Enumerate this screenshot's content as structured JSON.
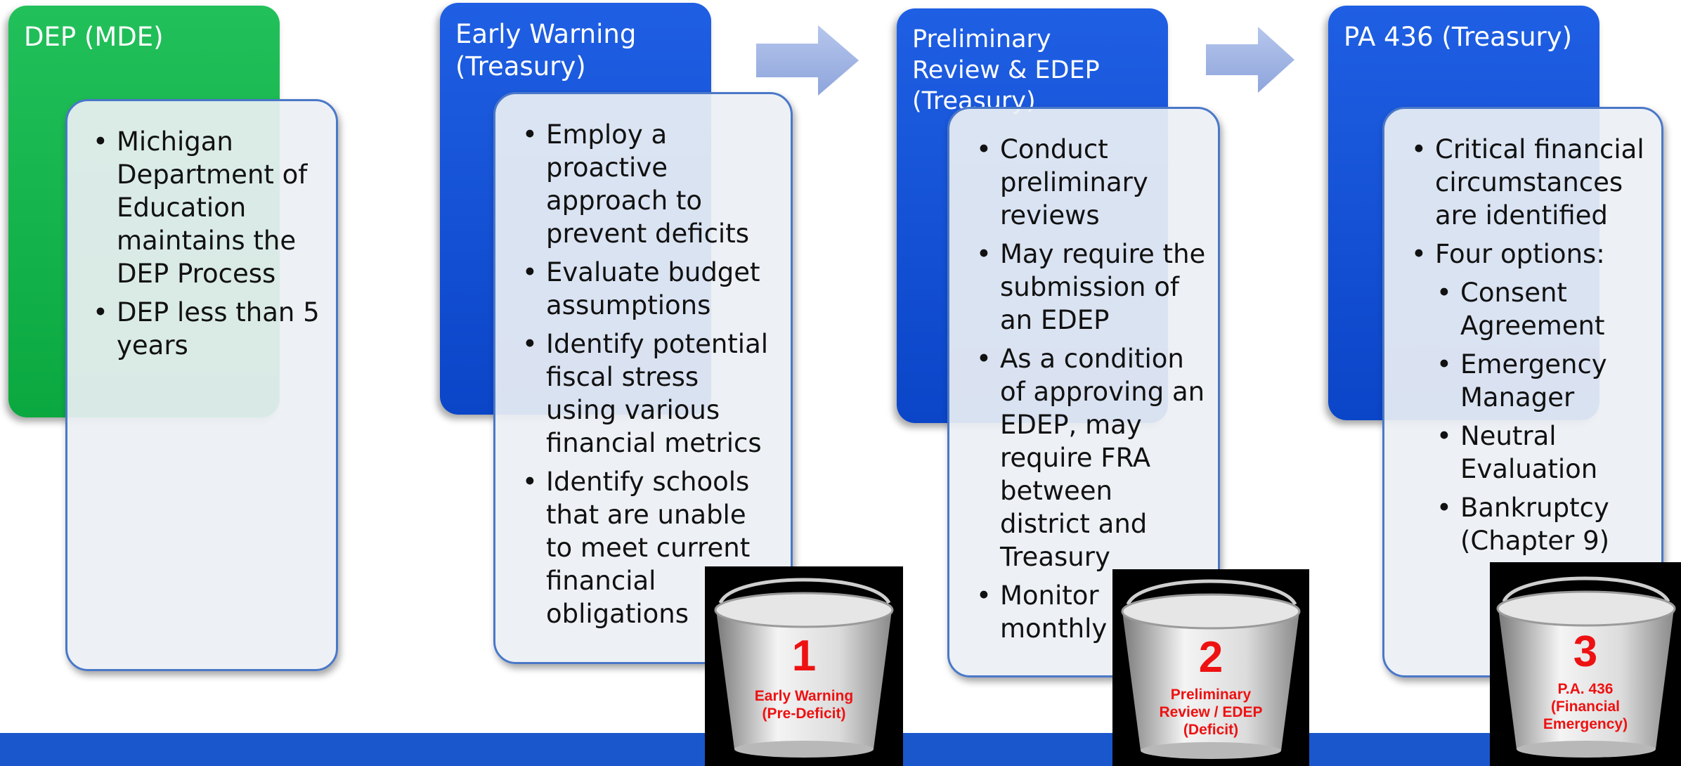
{
  "stages": [
    {
      "title": "DEP (MDE)",
      "bullets": [
        "Michigan Department of Education maintains the DEP Process",
        "DEP less than 5 years"
      ]
    },
    {
      "title": "Early Warning (Treasury)",
      "bullets": [
        "Employ a proactive approach to prevent deficits",
        "Evaluate budget assumptions",
        "Identify potential fiscal stress using various financial metrics",
        "Identify schools that are unable to meet current financial obligations"
      ]
    },
    {
      "title": "Preliminary Review & EDEP (Treasury)",
      "bullets": [
        "Conduct preliminary reviews",
        "May require the submission of an EDEP",
        "As a condition of approving an EDEP, may require FRA between district and Treasury",
        "Monitor monthly"
      ]
    },
    {
      "title": "PA 436 (Treasury)",
      "bullets": [
        "Critical financial circumstances are identified",
        "Four options:"
      ],
      "sub_bullets": [
        "Consent Agreement",
        "Emergency Manager",
        "Neutral Evaluation",
        "Bankruptcy (Chapter 9)"
      ]
    }
  ],
  "buckets": [
    {
      "number": "1",
      "caption": [
        "Early Warning",
        "(Pre-Deficit)"
      ]
    },
    {
      "number": "2",
      "caption": [
        "Preliminary",
        "Review / EDEP",
        "(Deficit)"
      ]
    },
    {
      "number": "3",
      "caption": [
        "P.A. 436",
        "(Financial",
        "Emergency)"
      ]
    }
  ],
  "colors": {
    "green_tab": "#0aa83f",
    "blue_tab": "#0b45c8",
    "bottom_bar": "#1a56cc",
    "arrow": "#9fb3e3",
    "bucket_text": "#ee1111"
  }
}
